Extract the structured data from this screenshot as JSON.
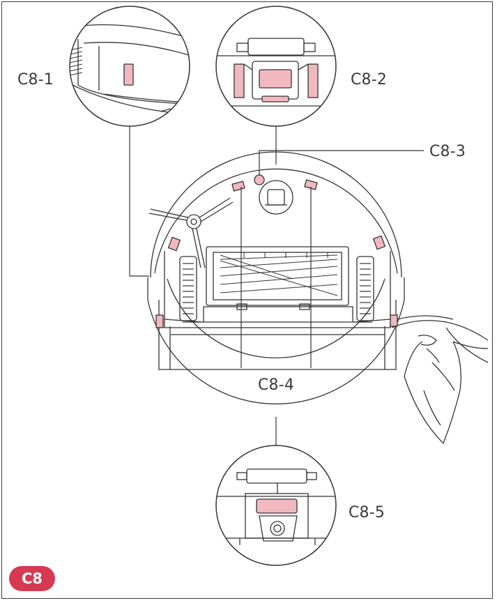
{
  "figure_badge": "C8",
  "callouts": {
    "c8_1": "C8-1",
    "c8_2": "C8-2",
    "c8_3": "C8-3",
    "c8_4": "C8-4",
    "c8_5": "C8-5"
  },
  "colors": {
    "line": "#333333",
    "sensor_highlight": "#f2b8c0",
    "badge_background": "#d63a52",
    "text": "#3b3b3b"
  }
}
